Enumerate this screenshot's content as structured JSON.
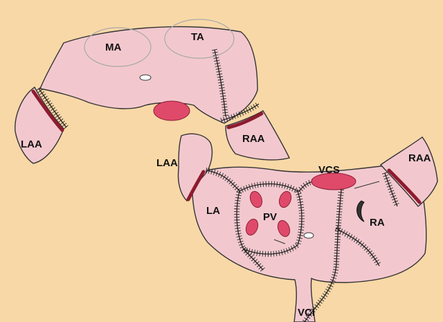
{
  "colors": {
    "background": "#f9d8a7",
    "tissue": "#f2c8ce",
    "resection_band": "#8e1b2f",
    "pv_ellipse": "#e04a6a"
  },
  "labels": {
    "ma": "MA",
    "ta": "TA",
    "laa_top": "LAA",
    "raa_top": "RAA",
    "laa_bottom": "LAA",
    "raa_bottom": "RAA",
    "la": "LA",
    "pv": "PV",
    "vcs": "VCS",
    "ra": "RA",
    "vci": "VCI"
  }
}
